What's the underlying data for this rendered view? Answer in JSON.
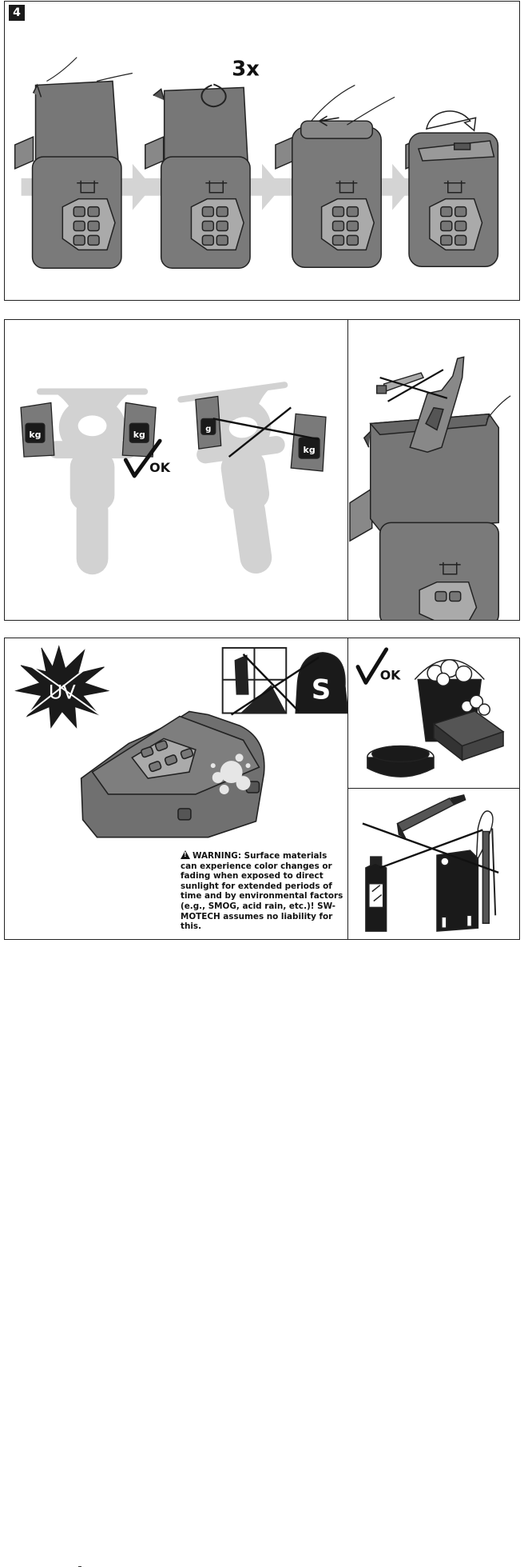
{
  "step": {
    "number": "4"
  },
  "panel1": {
    "twist_label": "3x"
  },
  "panel2": {
    "balanced_left_weight": "kg",
    "balanced_right_weight": "kg",
    "ok_label": "OK",
    "unbalanced_left_weight": "g",
    "unbalanced_right_weight": "kg"
  },
  "panel4": {
    "uv_label": "UV",
    "salt_label": "S",
    "warning": {
      "lead": "WARNING:",
      "text": "Surface materials can experience color changes or fading when exposed to direct sunlight for extended periods of time and by environmental factors (e.g., SMOG, acid rain, etc.)! SW-MOTECH assumes no liability for this."
    }
  },
  "panel5": {
    "ok_label": "OK"
  },
  "colors": {
    "bag_gray": "#777777",
    "dark": "#222222",
    "light_gray": "#d2d2d2"
  }
}
